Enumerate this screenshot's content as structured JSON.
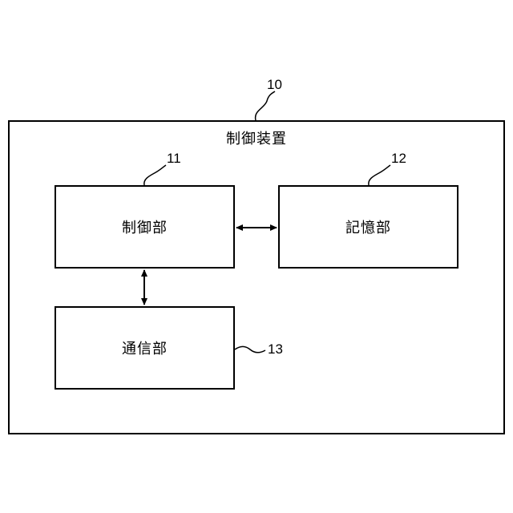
{
  "diagram": {
    "outer": {
      "ref": "10",
      "title": "制御装置"
    },
    "blocks": [
      {
        "ref": "11",
        "label": "制御部"
      },
      {
        "ref": "12",
        "label": "記憶部"
      },
      {
        "ref": "13",
        "label": "通信部"
      }
    ],
    "connections": [
      {
        "from": "11",
        "to": "12",
        "type": "bidirectional"
      },
      {
        "from": "11",
        "to": "13",
        "type": "bidirectional"
      }
    ]
  }
}
